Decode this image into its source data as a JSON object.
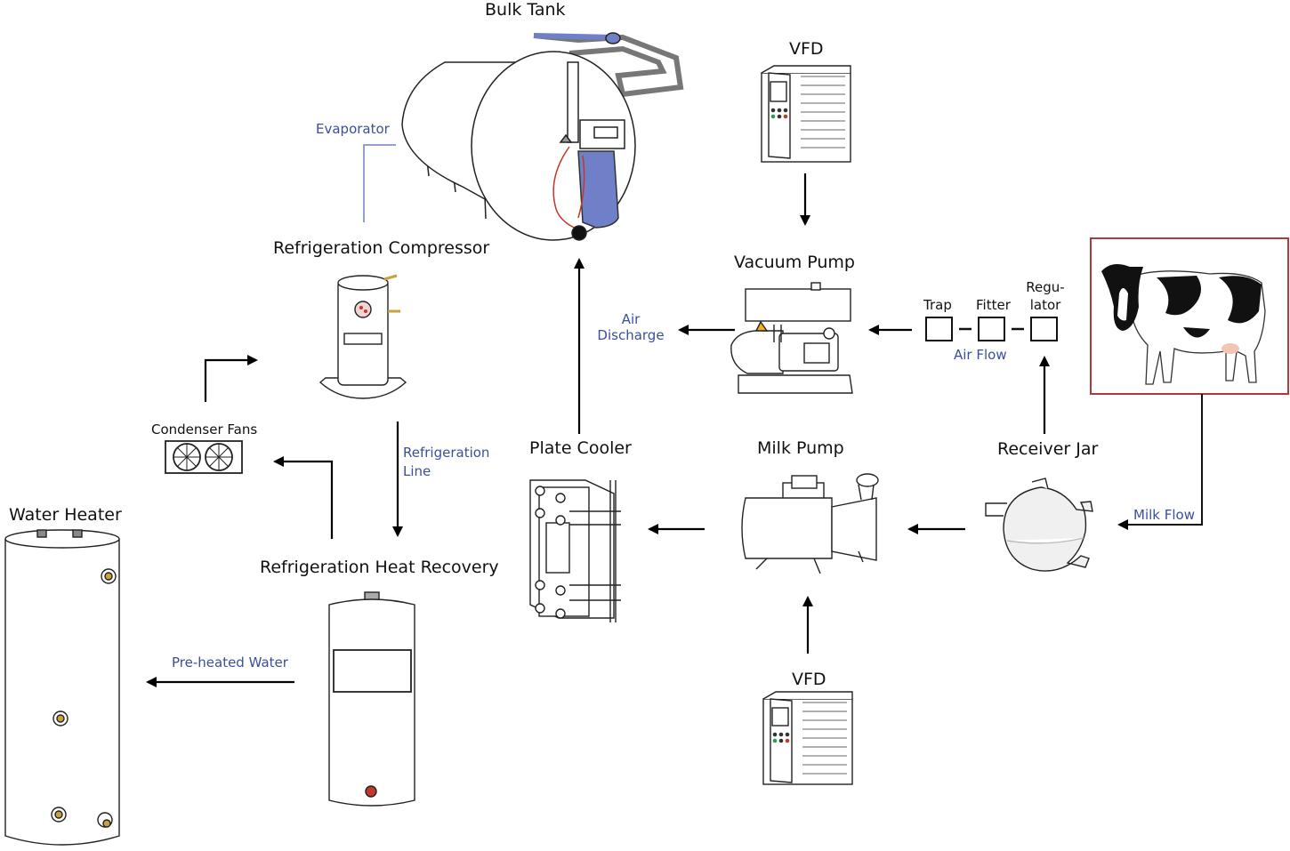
{
  "components": {
    "bulk_tank": "Bulk Tank",
    "vfd_top": "VFD",
    "vfd_bottom": "VFD",
    "vacuum_pump": "Vacuum Pump",
    "refrigeration_compressor": "Refrigeration Compressor",
    "condenser_fans": "Condenser Fans",
    "water_heater": "Water Heater",
    "refrigeration_heat_recovery": "Refrigeration Heat Recovery",
    "plate_cooler": "Plate Cooler",
    "milk_pump": "Milk Pump",
    "receiver_jar": "Receiver Jar",
    "trap": "Trap",
    "fitter": "Fitter",
    "regulator_line1": "Regu-",
    "regulator_line2": "lator"
  },
  "flow_labels": {
    "evaporator": "Evaporator",
    "air_discharge_line1": "Air",
    "air_discharge_line2": "Discharge",
    "air_flow": "Air Flow",
    "refrigeration_line_line1": "Refrigeration",
    "refrigeration_line_line2": "Line",
    "milk_flow": "Milk Flow",
    "pre_heated_water": "Pre-heated Water"
  },
  "colors": {
    "flow_label": "#3b4f9c",
    "cow_frame": "#b03a3a",
    "tank_accent": "#6f80c9"
  }
}
